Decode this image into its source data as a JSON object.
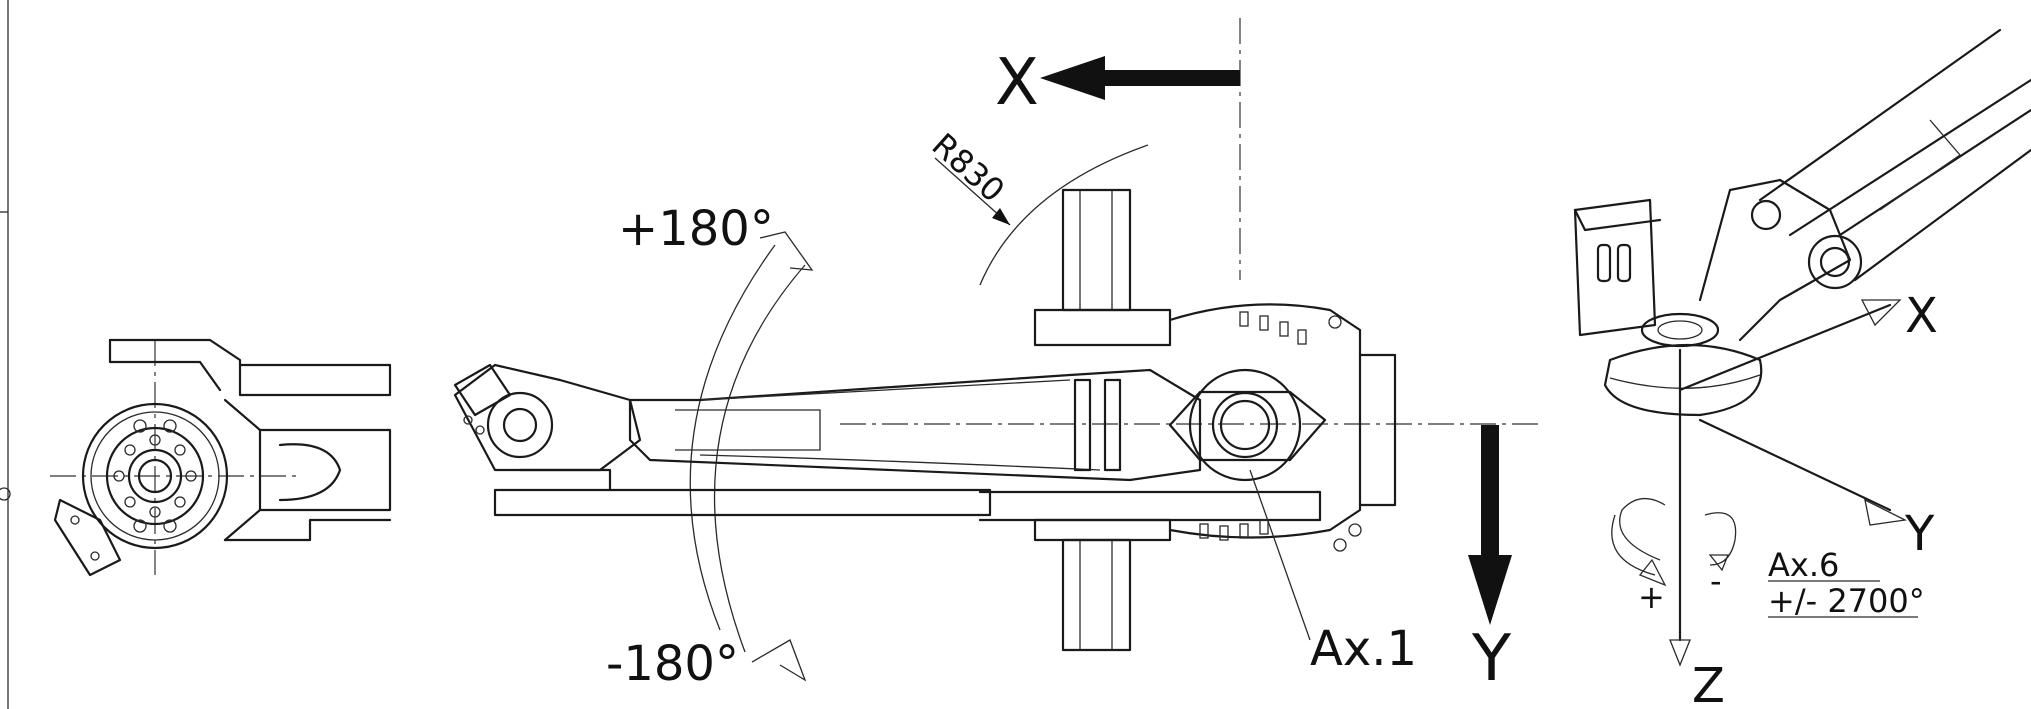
{
  "labels": {
    "axis_x_main": "X",
    "axis_y_main": "Y",
    "angle_pos": "+180°",
    "angle_neg": "-180°",
    "radius": "R830",
    "axis_1": "Ax.1",
    "axis_x_iso": "X",
    "axis_y_iso": "Y",
    "axis_z_iso": "Z",
    "axis_6_name": "Ax.6",
    "axis_6_range": "+/- 2700°",
    "rot_plus": "+",
    "rot_minus": "-"
  },
  "colors": {
    "ink": "#111111",
    "background": "#ffffff"
  }
}
